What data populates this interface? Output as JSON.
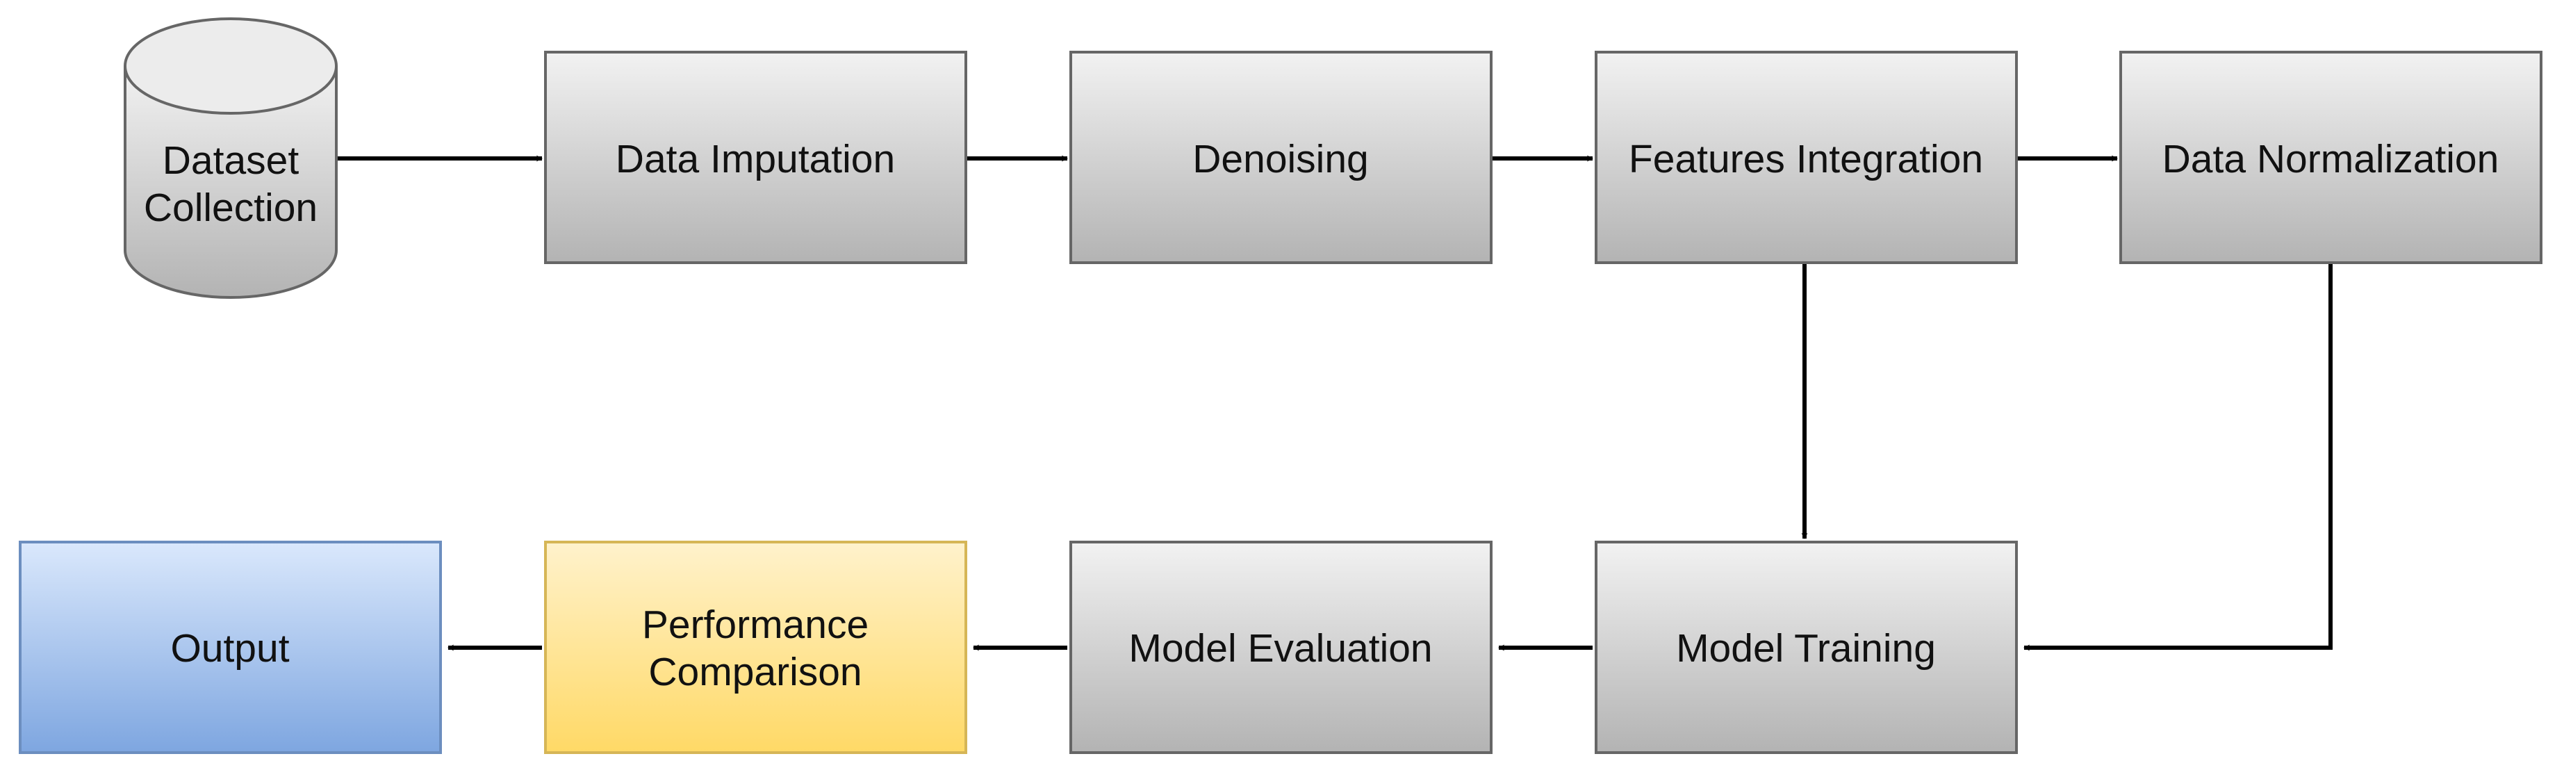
{
  "diagram": {
    "nodes": {
      "dataset_collection": {
        "line1": "Dataset",
        "line2": "Collection"
      },
      "data_imputation": {
        "label": "Data Imputation"
      },
      "denoising": {
        "label": "Denoising"
      },
      "features_integration": {
        "label": "Features Integration"
      },
      "data_normalization": {
        "label": "Data Normalization"
      },
      "model_training": {
        "label": "Model Training"
      },
      "model_evaluation": {
        "label": "Model Evaluation"
      },
      "performance_comparison": {
        "line1": "Performance",
        "line2": "Comparison"
      },
      "output": {
        "label": "Output"
      }
    },
    "colors": {
      "process_fill_top": "#f2f2f2",
      "process_fill_bottom": "#b3b3b3",
      "process_stroke": "#666666",
      "highlight_fill_top": "#fff2cc",
      "highlight_fill_bottom": "#ffd966",
      "highlight_stroke": "#d6b656",
      "output_fill_top": "#dae8fc",
      "output_fill_bottom": "#7ea6e0",
      "output_stroke": "#6c8ebf",
      "arrow": "#000000"
    }
  }
}
